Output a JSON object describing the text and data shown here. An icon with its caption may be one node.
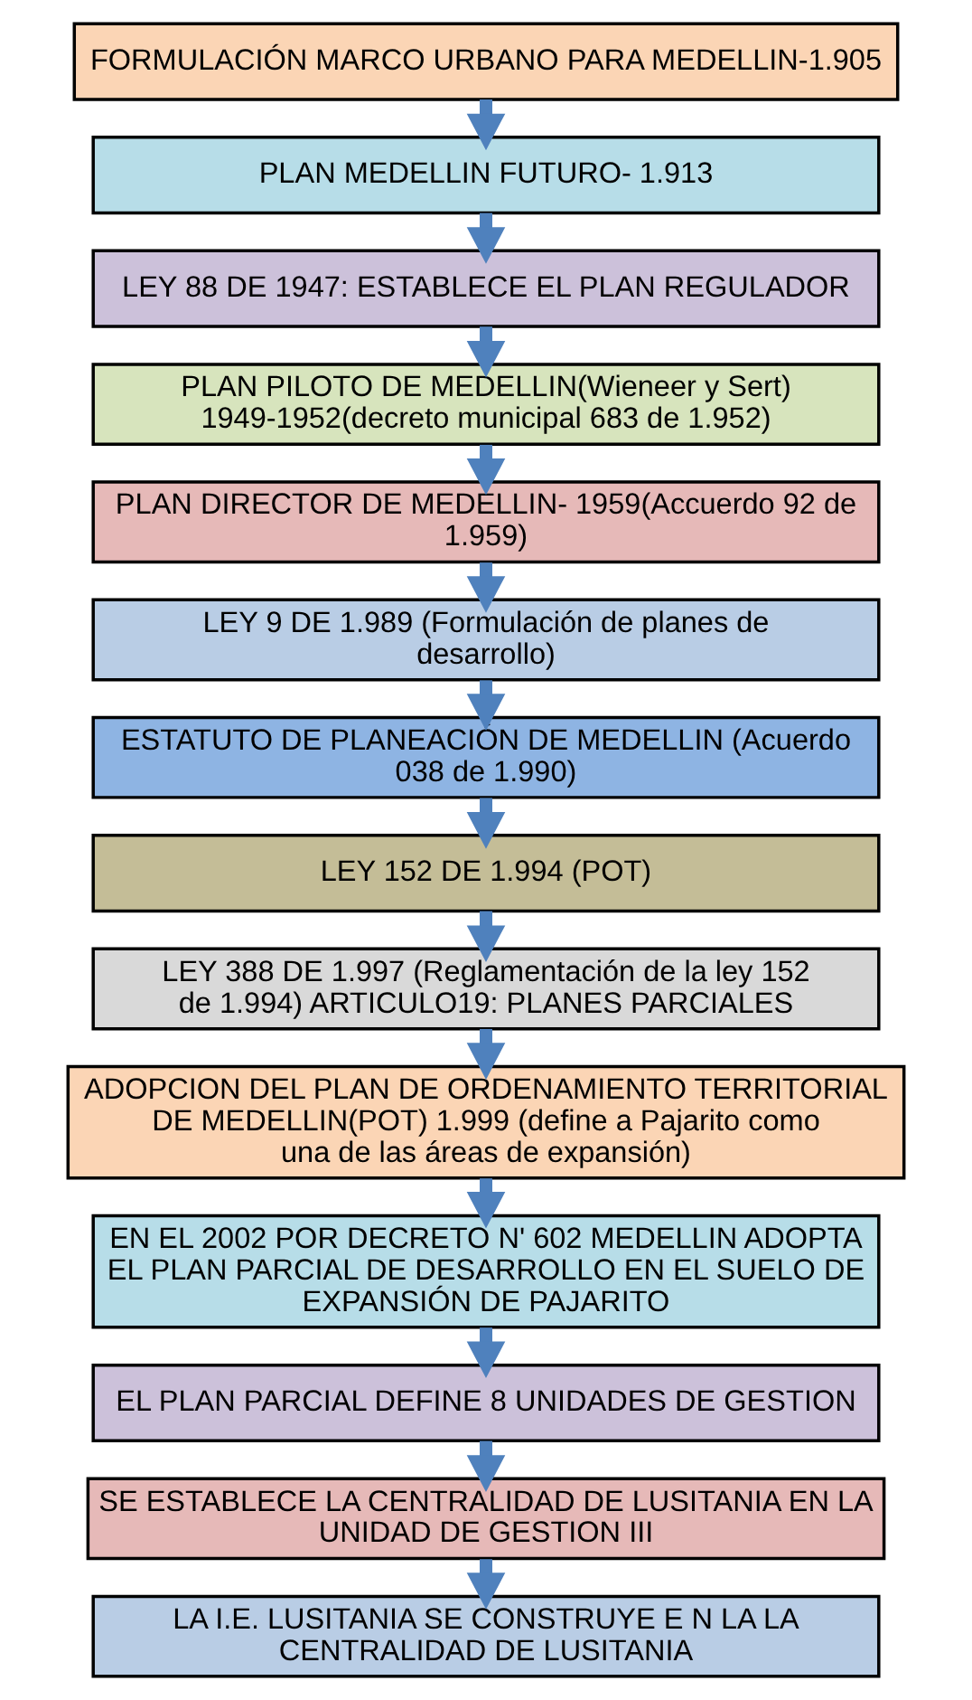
{
  "diagram": {
    "nodes": [
      {
        "text": [
          "FORMULACIÓN MARCO URBANO PARA MEDELLIN-1.905"
        ]
      },
      {
        "text": [
          "PLAN MEDELLIN FUTURO- 1.913"
        ]
      },
      {
        "text": [
          "LEY 88 DE 1947: ESTABLECE EL PLAN REGULADOR"
        ]
      },
      {
        "text": [
          "PLAN PILOTO DE MEDELLIN(Wieneer y Sert) 1949-1952(decreto municipal 683 de 1.952)"
        ]
      },
      {
        "text": [
          "PLAN DIRECTOR DE MEDELLIN- 1959(Accuerdo 92 de 1.959)"
        ]
      },
      {
        "text": [
          "LEY 9 DE 1.989 (Formulación de planes de desarrollo)"
        ]
      },
      {
        "text": [
          "ESTATUTO DE PLANEACIÓN DE MEDELLIN (Acuerdo 038 de 1.990)"
        ]
      },
      {
        "text": [
          "LEY 152 DE 1.994 (POT)"
        ]
      },
      {
        "text": [
          "LEY 388 DE 1.997 (Reglamentación de la ley 152 de 1.994) ARTICULO19: PLANES PARCIALES"
        ]
      },
      {
        "text": [
          "ADOPCION DEL PLAN DE ORDENAMIENTO TERRITORIAL DE MEDELLIN(POT) 1.999 (define a Pajarito como una de las áreas de expansión)"
        ]
      },
      {
        "text": [
          "EN EL 2002 POR DECRETO N' 602 MEDELLIN ADOPTA EL PLAN PARCIAL DE DESARROLLO EN EL SUELO DE EXPANSIÓN DE PAJARITO"
        ]
      },
      {
        "text": [
          "EL PLAN PARCIAL DEFINE 8 UNIDADES DE GESTION"
        ]
      },
      {
        "text": [
          "SE ESTABLECE LA CENTRALIDAD DE LUSITANIA EN LA UNIDAD DE GESTION III"
        ]
      },
      {
        "text": [
          "LA I.E. LUSITANIA SE CONSTRUYE E N LA LA CENTRALIDAD DE LUSITANIA"
        ]
      }
    ],
    "edges": [
      {
        "from": 0,
        "to": 1,
        "arrow": "to"
      },
      {
        "from": 1,
        "to": 2,
        "arrow": "to"
      },
      {
        "from": 2,
        "to": 3,
        "arrow": "to"
      },
      {
        "from": 3,
        "to": 4,
        "arrow": "to"
      },
      {
        "from": 4,
        "to": 5,
        "arrow": "to"
      },
      {
        "from": 5,
        "to": 6,
        "arrow": "to"
      },
      {
        "from": 6,
        "to": 7,
        "arrow": "to"
      },
      {
        "from": 7,
        "to": 8,
        "arrow": "to"
      },
      {
        "from": 8,
        "to": 9,
        "arrow": "to"
      },
      {
        "from": 9,
        "to": 10,
        "arrow": "to"
      },
      {
        "from": 10,
        "to": 11,
        "arrow": "to"
      },
      {
        "from": 11,
        "to": 12,
        "arrow": "to"
      },
      {
        "from": 12,
        "to": 13,
        "arrow": "to"
      }
    ]
  }
}
